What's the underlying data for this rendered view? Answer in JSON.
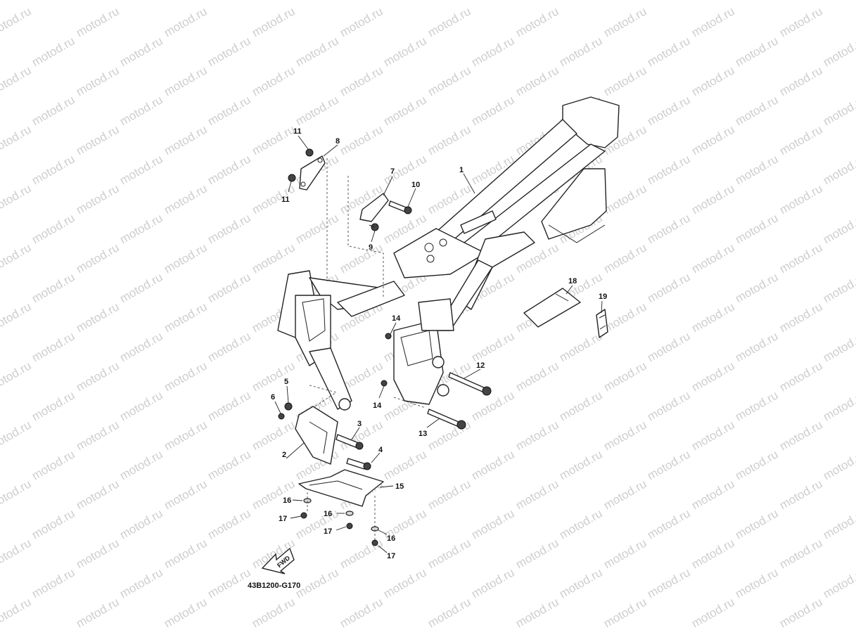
{
  "watermark": {
    "text": "motod.ru"
  },
  "diagram": {
    "code": "43B1200-G170",
    "fwd_label": "FWD",
    "callouts": {
      "c1": "1",
      "c2": "2",
      "c3": "3",
      "c4": "4",
      "c5": "5",
      "c6": "6",
      "c7": "7",
      "c8": "8",
      "c9": "9",
      "c10": "10",
      "c11a": "11",
      "c11b": "11",
      "c12": "12",
      "c13": "13",
      "c14a": "14",
      "c14b": "14",
      "c15": "15",
      "c16a": "16",
      "c16b": "16",
      "c16c": "16",
      "c17a": "17",
      "c17b": "17",
      "c17c": "17",
      "c18": "18",
      "c19": "19"
    }
  }
}
